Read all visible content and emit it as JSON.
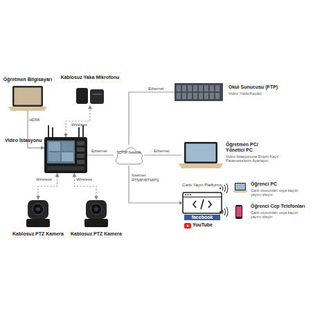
{
  "diagram": {
    "nodes": [
      {
        "text": [
          "Öğretmen Bilgisayarı"
        ]
      },
      {
        "text": [
          "Kablosuz Yaka Mikrofonu"
        ]
      },
      {
        "text": [
          "Video İstasyonu"
        ]
      },
      {
        "text": [
          "TCP/IP Network"
        ]
      },
      {
        "text": [
          "Okul Sunucusu (FTP)",
          "Video Yükle/Kaydet"
        ]
      },
      {
        "text": [
          "Öğretmen PC/ Yönetici PC",
          "Video İstasyonuna Erişim Kayıt Parametrelerini Ayarlayın"
        ]
      },
      {
        "text": [
          "Canlı Yayın Platformu",
          "facebook",
          "YouTube"
        ]
      },
      {
        "text": [
          "Öğrenci PC",
          "Canlı oturumları veya kayıtlı yayını izleyin"
        ]
      },
      {
        "text": [
          "Öğrenci Cep Telefonları",
          "Canlı oturumları veya kayıtlı yayını izleyin"
        ]
      },
      {
        "text": [
          "Kablosuz PTZ Kamera"
        ]
      },
      {
        "text": [
          "Kablosuz PTZ Kamera"
        ]
      }
    ],
    "edges": [
      {
        "from": 0,
        "to": 2,
        "label": "HDMI",
        "arrow": "to"
      },
      {
        "from": 2,
        "to": 1,
        "label": "Wireless",
        "arrow": "both"
      },
      {
        "from": 2,
        "to": 9,
        "label": "Wireless",
        "arrow": "both"
      },
      {
        "from": 2,
        "to": 10,
        "label": "Wireless",
        "arrow": "both"
      },
      {
        "from": 2,
        "to": 3,
        "label": "Ethernet",
        "arrow": "none"
      },
      {
        "from": 3,
        "to": 4,
        "label": "Ethernet",
        "arrow": "none"
      },
      {
        "from": 3,
        "to": 5,
        "label": "Ethernet",
        "arrow": "none"
      },
      {
        "from": 3,
        "to": 6,
        "label": "Internet RTMP/RTMPS",
        "arrow": "to"
      }
    ]
  }
}
